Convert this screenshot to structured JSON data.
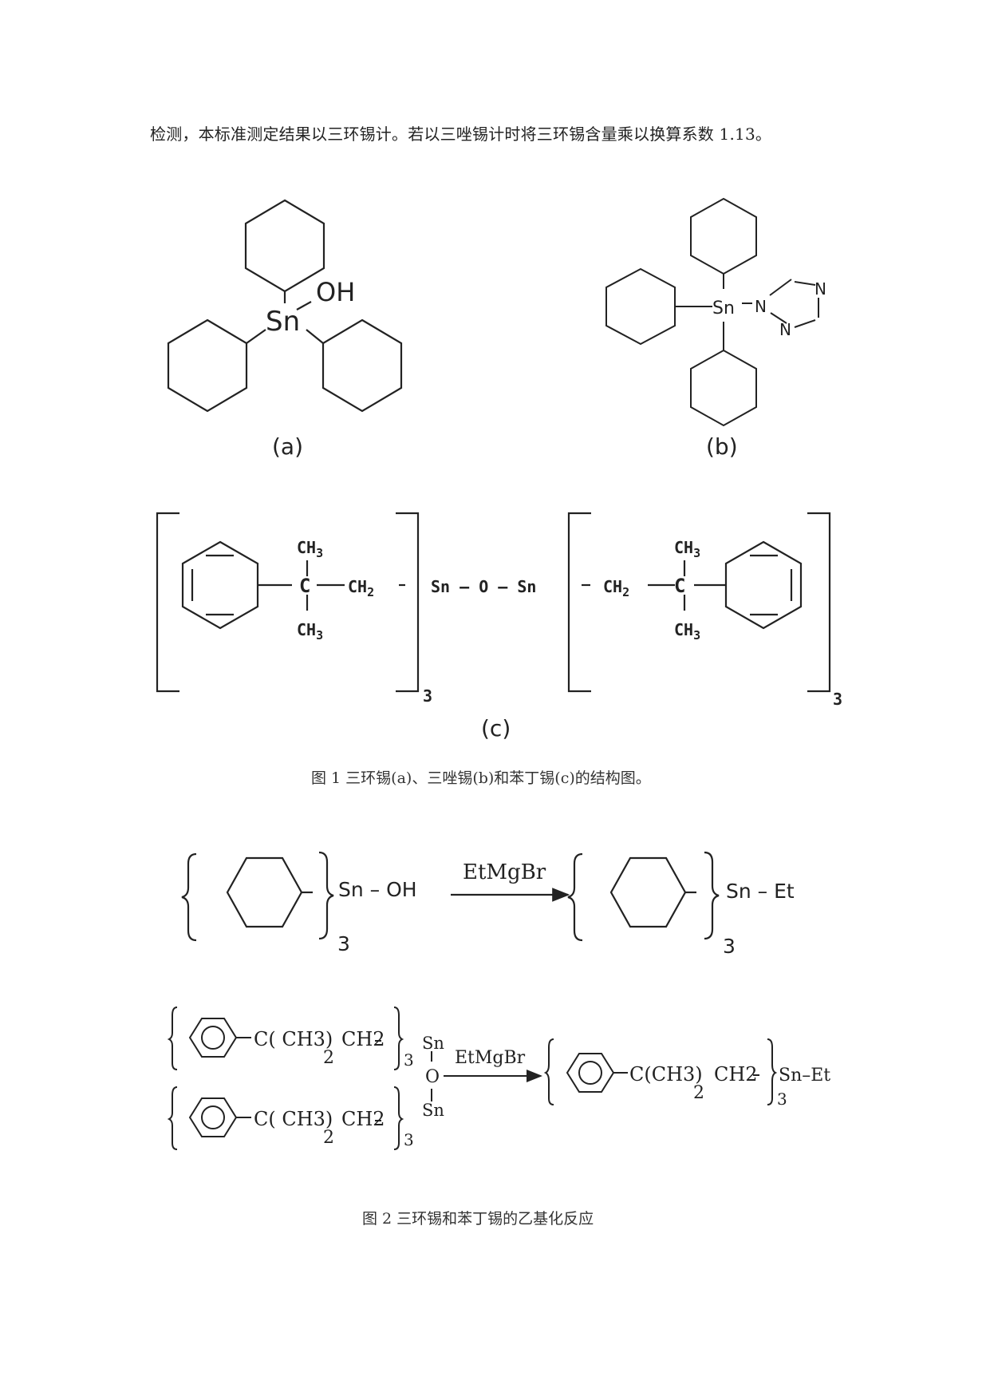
{
  "paragraph": "检测，本标准测定结果以三环锡计。若以三唑锡计时将三环锡含量乘以换算系数 1.13。",
  "figure1": {
    "a": {
      "sn": "Sn",
      "oh": "OH",
      "label": "(a)"
    },
    "b": {
      "sn": "Sn",
      "n1": "N",
      "n2": "N",
      "n3": "N",
      "label": "(b)"
    },
    "c": {
      "ch3": "CH",
      "ch3_sub": "3",
      "ch2": "CH",
      "ch2_sub": "2",
      "c": "C",
      "sn_o_sn": "Sn — O — Sn",
      "count": "3",
      "label": "(c)"
    },
    "caption": "图 1  三环锡(a)、三唑锡(b)和苯丁锡(c)的结构图。"
  },
  "figure2": {
    "r1": {
      "left": "Sn – OH",
      "reagent": "EtMgBr",
      "right": "Sn – Et",
      "count": "3"
    },
    "r2": {
      "chain": "C( CH3)",
      "chain_sub": "2",
      "ch2": "CH2",
      "sn": "Sn",
      "o": "O",
      "reagent": "EtMgBr",
      "right_chain": "C(CH3)",
      "right": "Sn–Et",
      "count": "3"
    },
    "caption": "图 2  三环锡和苯丁锡的乙基化反应"
  },
  "colors": {
    "ink": "#222222"
  }
}
